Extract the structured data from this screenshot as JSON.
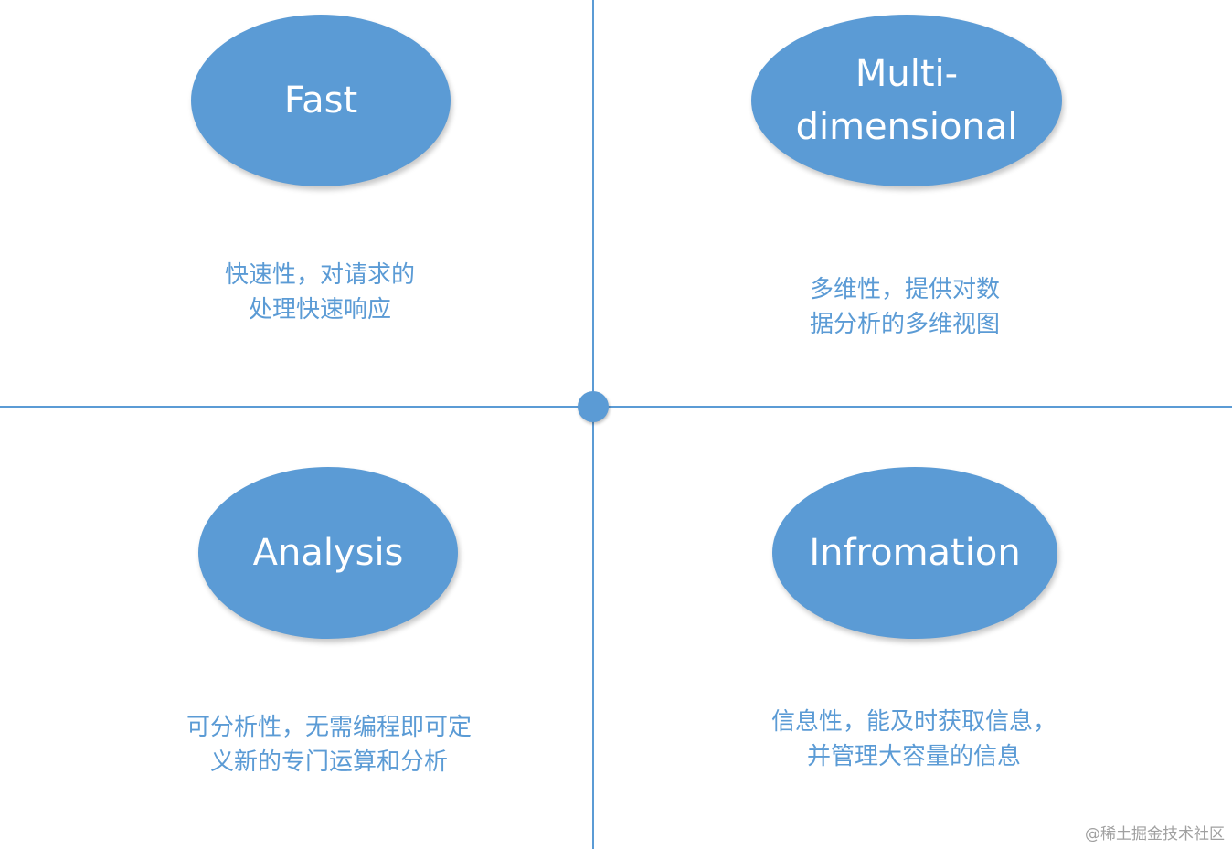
{
  "quadrants": {
    "fast": {
      "title_lines": [
        "Fast"
      ],
      "desc_lines": [
        "快速性，对请求的",
        "处理快速响应"
      ]
    },
    "multi": {
      "title_lines": [
        "Multi-",
        "dimensional"
      ],
      "desc_lines": [
        "多维性，提供对数",
        "据分析的多维视图"
      ]
    },
    "analysis": {
      "title_lines": [
        "Analysis"
      ],
      "desc_lines": [
        "可分析性，无需编程即可定",
        "义新的专门运算和分析"
      ]
    },
    "info": {
      "title_lines": [
        "Infromation"
      ],
      "desc_lines": [
        "信息性，能及时获取信息，",
        "并管理大容量的信息"
      ]
    }
  },
  "watermark": "@稀土掘金技术社区",
  "colors": {
    "accent": "#5b9bd5",
    "ellipse_text": "#ffffff",
    "watermark": "#a0a0a0"
  }
}
